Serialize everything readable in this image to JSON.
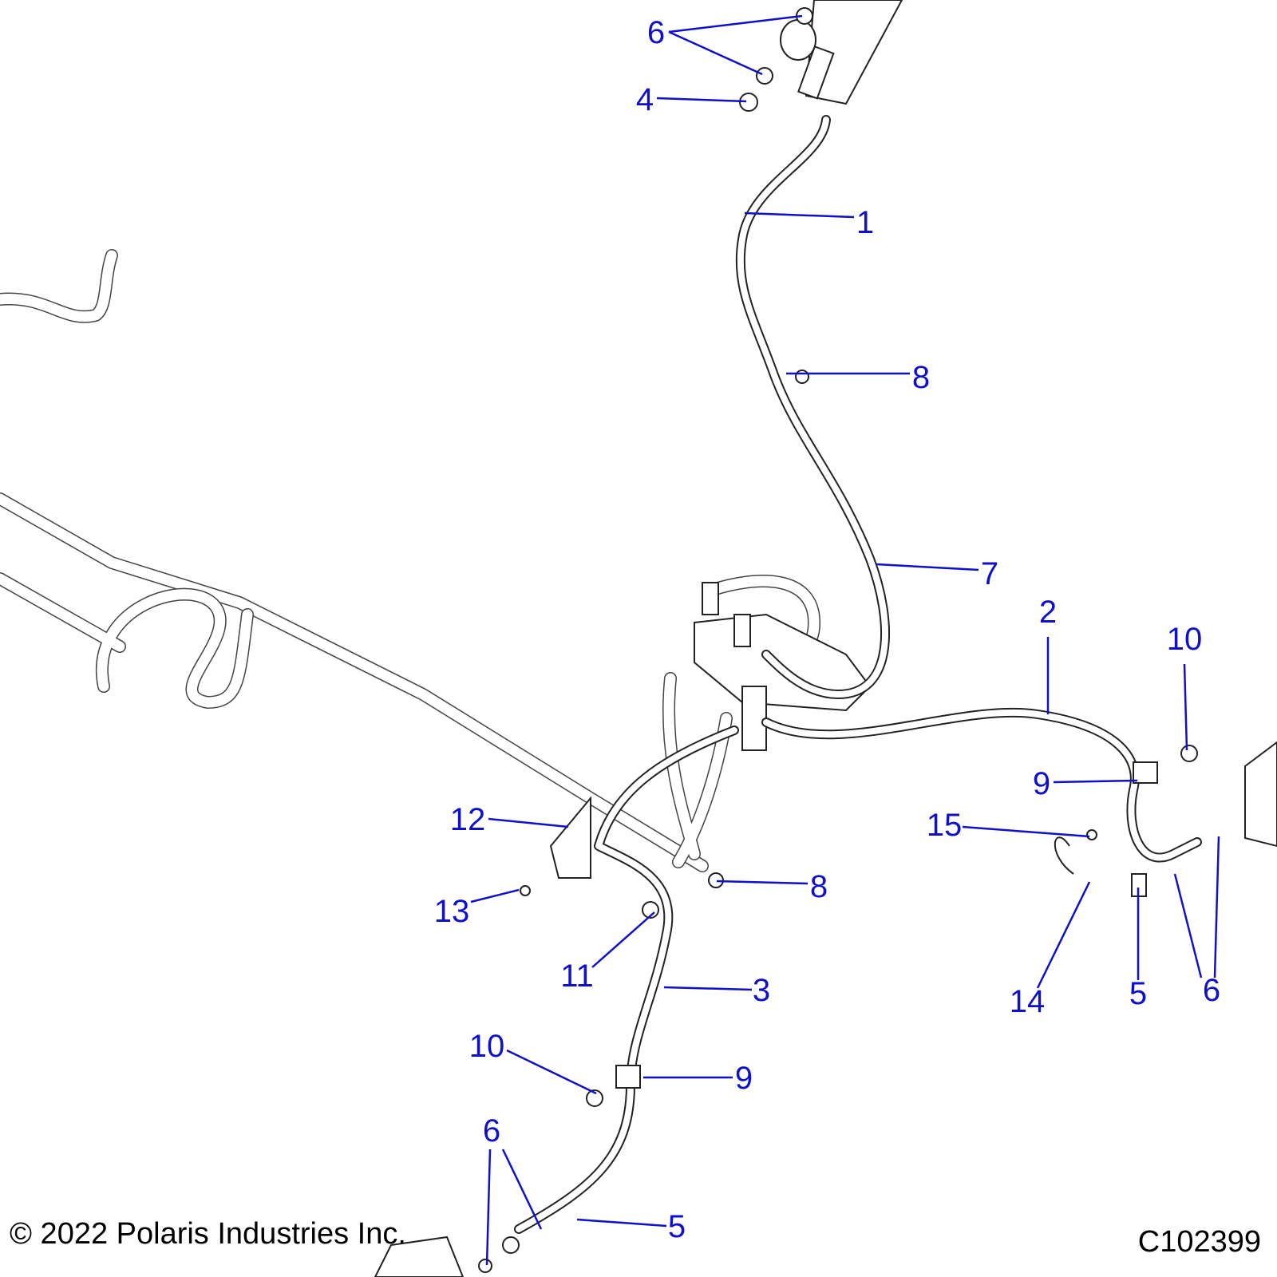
{
  "diagram": {
    "callouts": [
      "6",
      "4",
      "1",
      "8",
      "7",
      "2",
      "10",
      "9",
      "15",
      "12",
      "8",
      "13",
      "11",
      "3",
      "14",
      "5",
      "6",
      "10",
      "9",
      "6",
      "5"
    ]
  },
  "footer": {
    "copyright": "© 2022 Polaris Industries Inc.",
    "diagram_id": "C102399"
  },
  "colors": {
    "callout": "#1010c8",
    "linework": "#222222"
  }
}
